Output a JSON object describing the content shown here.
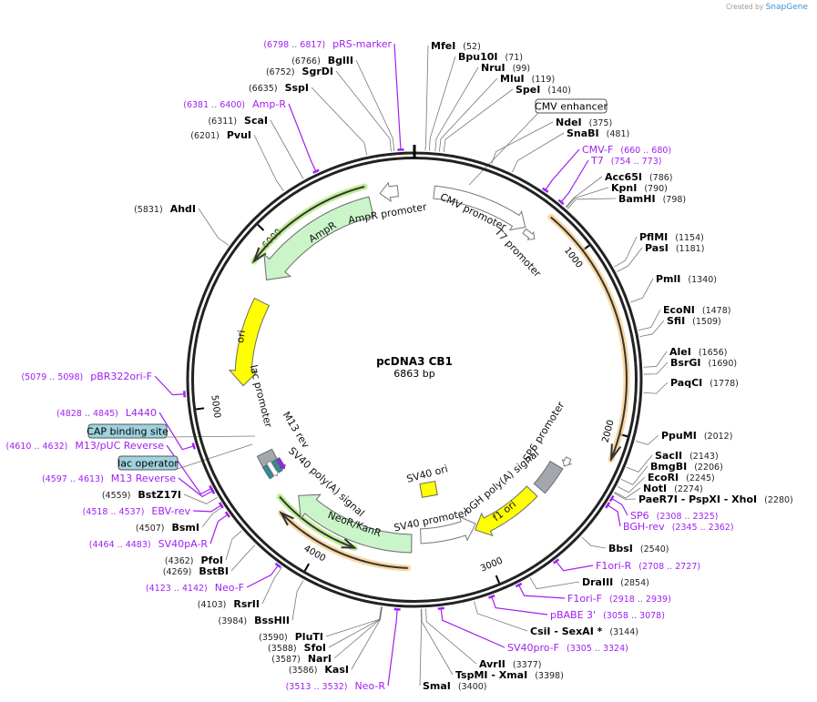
{
  "credit": {
    "prefix": "Created by",
    "brand": "SnapGene"
  },
  "plasmid": {
    "name": "pcDNA3 CB1",
    "length": "6863 bp",
    "total_bp": 6863
  },
  "colors": {
    "primer": "#a020f0",
    "enzyme": "#000000",
    "ring": "#222222"
  },
  "ticks": [
    "1000",
    "2000",
    "3000",
    "4000",
    "5000",
    "6000"
  ],
  "labels_right": [
    {
      "name": "MfeI",
      "pos": "(52)",
      "kind": "enzyme"
    },
    {
      "name": "Bpu10I",
      "pos": "(71)",
      "kind": "enzyme"
    },
    {
      "name": "NruI",
      "pos": "(99)",
      "kind": "enzyme"
    },
    {
      "name": "MluI",
      "pos": "(119)",
      "kind": "enzyme"
    },
    {
      "name": "SpeI",
      "pos": "(140)",
      "kind": "enzyme"
    },
    {
      "name": "NdeI",
      "pos": "(375)",
      "kind": "enzyme"
    },
    {
      "name": "SnaBI",
      "pos": "(481)",
      "kind": "enzyme"
    },
    {
      "name": "CMV-F",
      "pos": "(660 .. 680)",
      "kind": "primer"
    },
    {
      "name": "T7",
      "pos": "(754 .. 773)",
      "kind": "primer"
    },
    {
      "name": "Acc65I",
      "pos": "(786)",
      "kind": "enzyme"
    },
    {
      "name": "KpnI",
      "pos": "(790)",
      "kind": "enzyme"
    },
    {
      "name": "BamHI",
      "pos": "(798)",
      "kind": "enzyme"
    },
    {
      "name": "PflMI",
      "pos": "(1154)",
      "kind": "enzyme"
    },
    {
      "name": "PasI",
      "pos": "(1181)",
      "kind": "enzyme"
    },
    {
      "name": "PmlI",
      "pos": "(1340)",
      "kind": "enzyme"
    },
    {
      "name": "EcoNI",
      "pos": "(1478)",
      "kind": "enzyme"
    },
    {
      "name": "SfiI",
      "pos": "(1509)",
      "kind": "enzyme"
    },
    {
      "name": "AleI",
      "pos": "(1656)",
      "kind": "enzyme"
    },
    {
      "name": "BsrGI",
      "pos": "(1690)",
      "kind": "enzyme"
    },
    {
      "name": "PaqCI",
      "pos": "(1778)",
      "kind": "enzyme"
    },
    {
      "name": "PpuMI",
      "pos": "(2012)",
      "kind": "enzyme"
    },
    {
      "name": "SacII",
      "pos": "(2143)",
      "kind": "enzyme"
    },
    {
      "name": "BmgBI",
      "pos": "(2206)",
      "kind": "enzyme"
    },
    {
      "name": "EcoRI",
      "pos": "(2245)",
      "kind": "enzyme"
    },
    {
      "name": "NotI",
      "pos": "(2274)",
      "kind": "enzyme"
    },
    {
      "name": "PaeR7I - PspXI - XhoI",
      "pos": "(2280)",
      "kind": "enzyme"
    },
    {
      "name": "SP6",
      "pos": "(2308 .. 2325)",
      "kind": "primer"
    },
    {
      "name": "BGH-rev",
      "pos": "(2345 .. 2362)",
      "kind": "primer"
    },
    {
      "name": "BbsI",
      "pos": "(2540)",
      "kind": "enzyme"
    },
    {
      "name": "F1ori-R",
      "pos": "(2708 .. 2727)",
      "kind": "primer"
    },
    {
      "name": "DraIII",
      "pos": "(2854)",
      "kind": "enzyme"
    },
    {
      "name": "F1ori-F",
      "pos": "(2918 .. 2939)",
      "kind": "primer"
    },
    {
      "name": "pBABE 3'",
      "pos": "(3058 .. 3078)",
      "kind": "primer"
    },
    {
      "name": "CsiI - SexAI *",
      "pos": "(3144)",
      "kind": "enzyme"
    },
    {
      "name": "SV40pro-F",
      "pos": "(3305 .. 3324)",
      "kind": "primer"
    },
    {
      "name": "AvrII",
      "pos": "(3377)",
      "kind": "enzyme"
    },
    {
      "name": "TspMI - XmaI",
      "pos": "(3398)",
      "kind": "enzyme"
    },
    {
      "name": "SmaI",
      "pos": "(3400)",
      "kind": "enzyme"
    }
  ],
  "labels_left": [
    {
      "name": "Neo-R",
      "pos": "(3513 .. 3532)",
      "kind": "primer"
    },
    {
      "name": "KasI",
      "pos": "(3586)",
      "kind": "enzyme"
    },
    {
      "name": "NarI",
      "pos": "(3587)",
      "kind": "enzyme"
    },
    {
      "name": "SfoI",
      "pos": "(3588)",
      "kind": "enzyme"
    },
    {
      "name": "PluTI",
      "pos": "(3590)",
      "kind": "enzyme"
    },
    {
      "name": "BssHII",
      "pos": "(3984)",
      "kind": "enzyme"
    },
    {
      "name": "RsrII",
      "pos": "(4103)",
      "kind": "enzyme"
    },
    {
      "name": "Neo-F",
      "pos": "(4123 .. 4142)",
      "kind": "primer"
    },
    {
      "name": "BstBI",
      "pos": "(4269)",
      "kind": "enzyme"
    },
    {
      "name": "PfoI",
      "pos": "(4362)",
      "kind": "enzyme"
    },
    {
      "name": "SV40pA-R",
      "pos": "(4464 .. 4483)",
      "kind": "primer"
    },
    {
      "name": "BsmI",
      "pos": "(4507)",
      "kind": "enzyme"
    },
    {
      "name": "EBV-rev",
      "pos": "(4518 .. 4537)",
      "kind": "primer"
    },
    {
      "name": "BstZ17I",
      "pos": "(4559)",
      "kind": "enzyme"
    },
    {
      "name": "M13 Reverse",
      "pos": "(4597 .. 4613)",
      "kind": "primer"
    },
    {
      "name": "M13/pUC Reverse",
      "pos": "(4610 .. 4632)",
      "kind": "primer"
    },
    {
      "name": "L4440",
      "pos": "(4828 .. 4845)",
      "kind": "primer"
    },
    {
      "name": "pBR322ori-F",
      "pos": "(5079 .. 5098)",
      "kind": "primer"
    },
    {
      "name": "AhdI",
      "pos": "(5831)",
      "kind": "enzyme"
    },
    {
      "name": "PvuI",
      "pos": "(6201)",
      "kind": "enzyme"
    },
    {
      "name": "ScaI",
      "pos": "(6311)",
      "kind": "enzyme"
    },
    {
      "name": "Amp-R",
      "pos": "(6381 .. 6400)",
      "kind": "primer"
    },
    {
      "name": "SspI",
      "pos": "(6635)",
      "kind": "enzyme"
    },
    {
      "name": "SgrDI",
      "pos": "(6752)",
      "kind": "enzyme"
    },
    {
      "name": "BglII",
      "pos": "(6766)",
      "kind": "enzyme"
    },
    {
      "name": "pRS-marker",
      "pos": "(6798 .. 6817)",
      "kind": "primer"
    }
  ],
  "boxed_features": [
    {
      "name": "CMV enhancer",
      "fill": "#ffffff"
    },
    {
      "name": "CAP binding site",
      "fill": "#9fd3df"
    },
    {
      "name": "lac operator",
      "fill": "#9fd3df"
    }
  ],
  "features": [
    {
      "name": "CMV promoter",
      "fill": "#ffffff"
    },
    {
      "name": "T7 promoter",
      "fill": "#ffffff"
    },
    {
      "name": "AmpR promoter",
      "fill": "#ffffff"
    },
    {
      "name": "AmpR",
      "fill": "#c9f5c9"
    },
    {
      "name": "ori",
      "fill": "#ffff00"
    },
    {
      "name": "lac promoter",
      "fill": "#ffffff"
    },
    {
      "name": "M13 rev",
      "fill": "#ffffff"
    },
    {
      "name": "SV40 poly(A) signal",
      "fill": "#a3a7ad"
    },
    {
      "name": "NeoR/KanR",
      "fill": "#c9f5c9"
    },
    {
      "name": "SV40 promoter",
      "fill": "#ffffff"
    },
    {
      "name": "SV40 ori",
      "fill": "#ffff00"
    },
    {
      "name": "f1 ori",
      "fill": "#ffff00"
    },
    {
      "name": "bGH poly(A) signal",
      "fill": "#a3a7ad"
    },
    {
      "name": "SP6 promoter",
      "fill": "#ffffff"
    }
  ]
}
